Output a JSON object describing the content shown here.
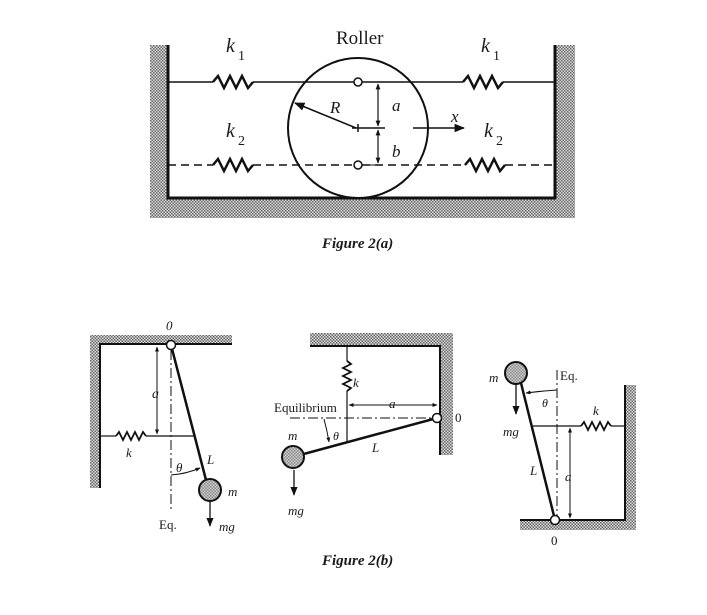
{
  "figure_a": {
    "caption": "Figure 2(a)",
    "title": "Roller",
    "labels": {
      "k1_left": "k",
      "k1_left_sub": "1",
      "k1_right": "k",
      "k1_right_sub": "1",
      "k2_left": "k",
      "k2_left_sub": "2",
      "k2_right": "k",
      "k2_right_sub": "2",
      "radius": "R",
      "dim_a": "a",
      "dim_b": "b",
      "displacement": "x"
    }
  },
  "figure_b": {
    "caption": "Figure 2(b)",
    "left": {
      "pivot": "0",
      "dim_a": "a",
      "spring": "k",
      "length": "L",
      "angle": "θ",
      "mass": "m",
      "weight": "mg",
      "eq": "Eq."
    },
    "middle": {
      "spring": "k",
      "equilibrium": "Equilibrium",
      "dim_a": "a",
      "pivot": "0",
      "mass": "m",
      "angle": "θ",
      "length": "L",
      "weight": "mg"
    },
    "right": {
      "mass": "m",
      "eq": "Eq.",
      "angle": "θ",
      "spring": "k",
      "weight": "mg",
      "length": "L",
      "dim_a": "a",
      "pivot": "0"
    }
  }
}
